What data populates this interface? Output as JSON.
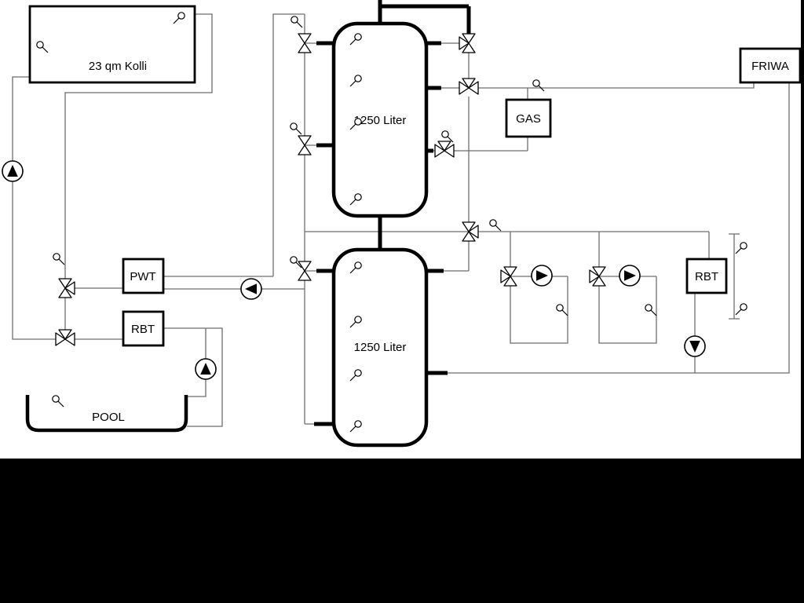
{
  "diagram": {
    "labels": {
      "collector": "23 qm Kolli",
      "tank_top": "1250 Liter",
      "tank_bottom": "1250 Liter",
      "heat_exchanger": "PWT",
      "boiler_left": "RBT",
      "boiler_right": "RBT",
      "gas": "GAS",
      "friwa": "FRIWA",
      "pool": "POOL"
    },
    "colors": {
      "background": "#ffffff",
      "letterbox": "#000000",
      "component_stroke": "#000000",
      "pipe_thin": "#6e6e6e",
      "pipe_thick": "#000000"
    }
  }
}
